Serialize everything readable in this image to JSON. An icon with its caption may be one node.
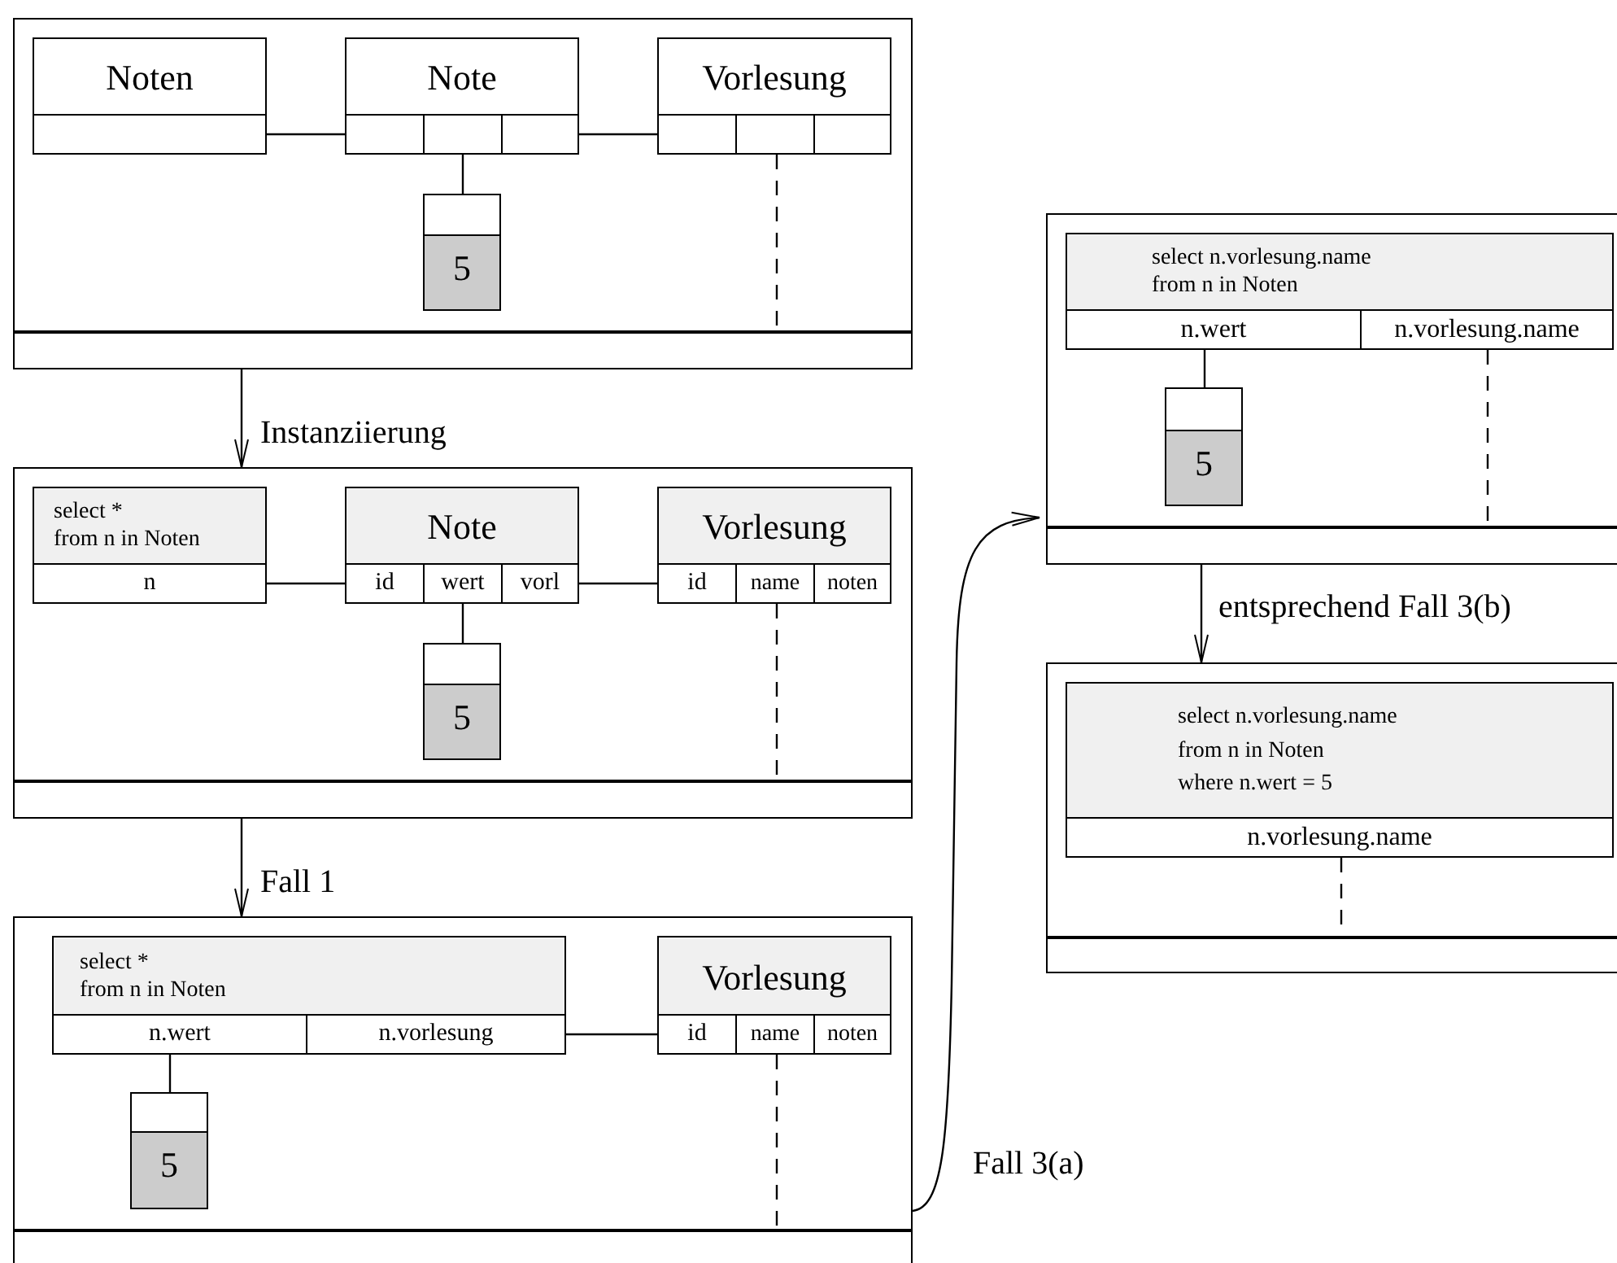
{
  "diagram": {
    "nodes": [
      {
        "text": [],
        "shape": "box"
      },
      {
        "text": [
          "Noten"
        ],
        "in": 0
      },
      {
        "text": [],
        "shape": "box",
        "in": 1
      },
      {
        "text": [
          "Note"
        ],
        "in": 0
      },
      {
        "text": [],
        "shape": "box",
        "in": 3
      },
      {
        "text": [],
        "shape": "box",
        "in": 3
      },
      {
        "text": [],
        "shape": "box",
        "in": 3
      },
      {
        "text": [
          "Vorlesung"
        ],
        "in": 0
      },
      {
        "text": [],
        "shape": "box",
        "in": 7
      },
      {
        "text": [],
        "shape": "box",
        "in": 7
      },
      {
        "text": [],
        "shape": "box",
        "in": 7
      },
      {
        "text": [
          "5"
        ],
        "in": 0
      },
      {
        "text": [],
        "shape": "bar",
        "in": 0
      },
      {
        "text": [],
        "shape": "box"
      },
      {
        "text": [
          "select *",
          "from n in Noten"
        ],
        "in": 13
      },
      {
        "text": [
          "n"
        ],
        "in": 14
      },
      {
        "text": [
          "Note"
        ],
        "in": 13
      },
      {
        "text": [
          "id"
        ],
        "in": 16
      },
      {
        "text": [
          "wert"
        ],
        "in": 16
      },
      {
        "text": [
          "vorl"
        ],
        "in": 16
      },
      {
        "text": [
          "Vorlesung"
        ],
        "in": 13
      },
      {
        "text": [
          "id"
        ],
        "in": 20
      },
      {
        "text": [
          "name"
        ],
        "in": 20
      },
      {
        "text": [
          "noten"
        ],
        "in": 20
      },
      {
        "text": [
          "5"
        ],
        "in": 13
      },
      {
        "text": [],
        "shape": "bar",
        "in": 13
      },
      {
        "text": [],
        "shape": "box"
      },
      {
        "text": [
          "select *",
          "from n in Noten"
        ],
        "in": 26
      },
      {
        "text": [
          "n.wert"
        ],
        "in": 27
      },
      {
        "text": [
          "n.vorlesung"
        ],
        "in": 27
      },
      {
        "text": [
          "Vorlesung"
        ],
        "in": 26
      },
      {
        "text": [
          "id"
        ],
        "in": 30
      },
      {
        "text": [
          "name"
        ],
        "in": 30
      },
      {
        "text": [
          "noten"
        ],
        "in": 30
      },
      {
        "text": [
          "5"
        ],
        "in": 26
      },
      {
        "text": [],
        "shape": "bar",
        "in": 26
      },
      {
        "text": [],
        "shape": "box"
      },
      {
        "text": [
          "select n.vorlesung.name",
          "from n in Noten"
        ],
        "in": 36
      },
      {
        "text": [
          "n.wert"
        ],
        "in": 37
      },
      {
        "text": [
          "n.vorlesung.name"
        ],
        "in": 37
      },
      {
        "text": [
          "5"
        ],
        "in": 36
      },
      {
        "text": [],
        "shape": "bar",
        "in": 36
      },
      {
        "text": [],
        "shape": "box"
      },
      {
        "text": [
          "select n.vorlesung.name",
          "from n in Noten",
          "where n.wert = 5"
        ],
        "in": 42
      },
      {
        "text": [
          "n.vorlesung.name"
        ],
        "in": 43
      },
      {
        "text": [],
        "shape": "bar",
        "in": 42
      }
    ],
    "edges": [
      {
        "from": 2,
        "to": 4,
        "arrow": "none"
      },
      {
        "from": 6,
        "to": 8,
        "arrow": "none"
      },
      {
        "from": 5,
        "to": 11,
        "arrow": "none"
      },
      {
        "from": 9,
        "to": 12,
        "arrow": "none",
        "style": "dashed"
      },
      {
        "from": 15,
        "to": 17,
        "arrow": "none"
      },
      {
        "from": 19,
        "to": 21,
        "arrow": "none"
      },
      {
        "from": 18,
        "to": 24,
        "arrow": "none"
      },
      {
        "from": 22,
        "to": 25,
        "arrow": "none",
        "style": "dashed"
      },
      {
        "from": 29,
        "to": 31,
        "arrow": "none"
      },
      {
        "from": 28,
        "to": 34,
        "arrow": "none"
      },
      {
        "from": 32,
        "to": 35,
        "arrow": "none",
        "style": "dashed"
      },
      {
        "from": 38,
        "to": 40,
        "arrow": "none"
      },
      {
        "from": 39,
        "to": 41,
        "arrow": "none",
        "style": "dashed"
      },
      {
        "from": 44,
        "to": 45,
        "arrow": "none",
        "style": "dashed"
      },
      {
        "from": 0,
        "to": 13,
        "arrow": "to",
        "label": "Instanziierung"
      },
      {
        "from": 13,
        "to": 26,
        "arrow": "to",
        "label": "Fall 1"
      },
      {
        "from": 26,
        "to": 36,
        "arrow": "to",
        "label": "Fall 3(a)"
      },
      {
        "from": 36,
        "to": 42,
        "arrow": "to",
        "label": "entsprechend Fall 3(b)"
      }
    ]
  }
}
